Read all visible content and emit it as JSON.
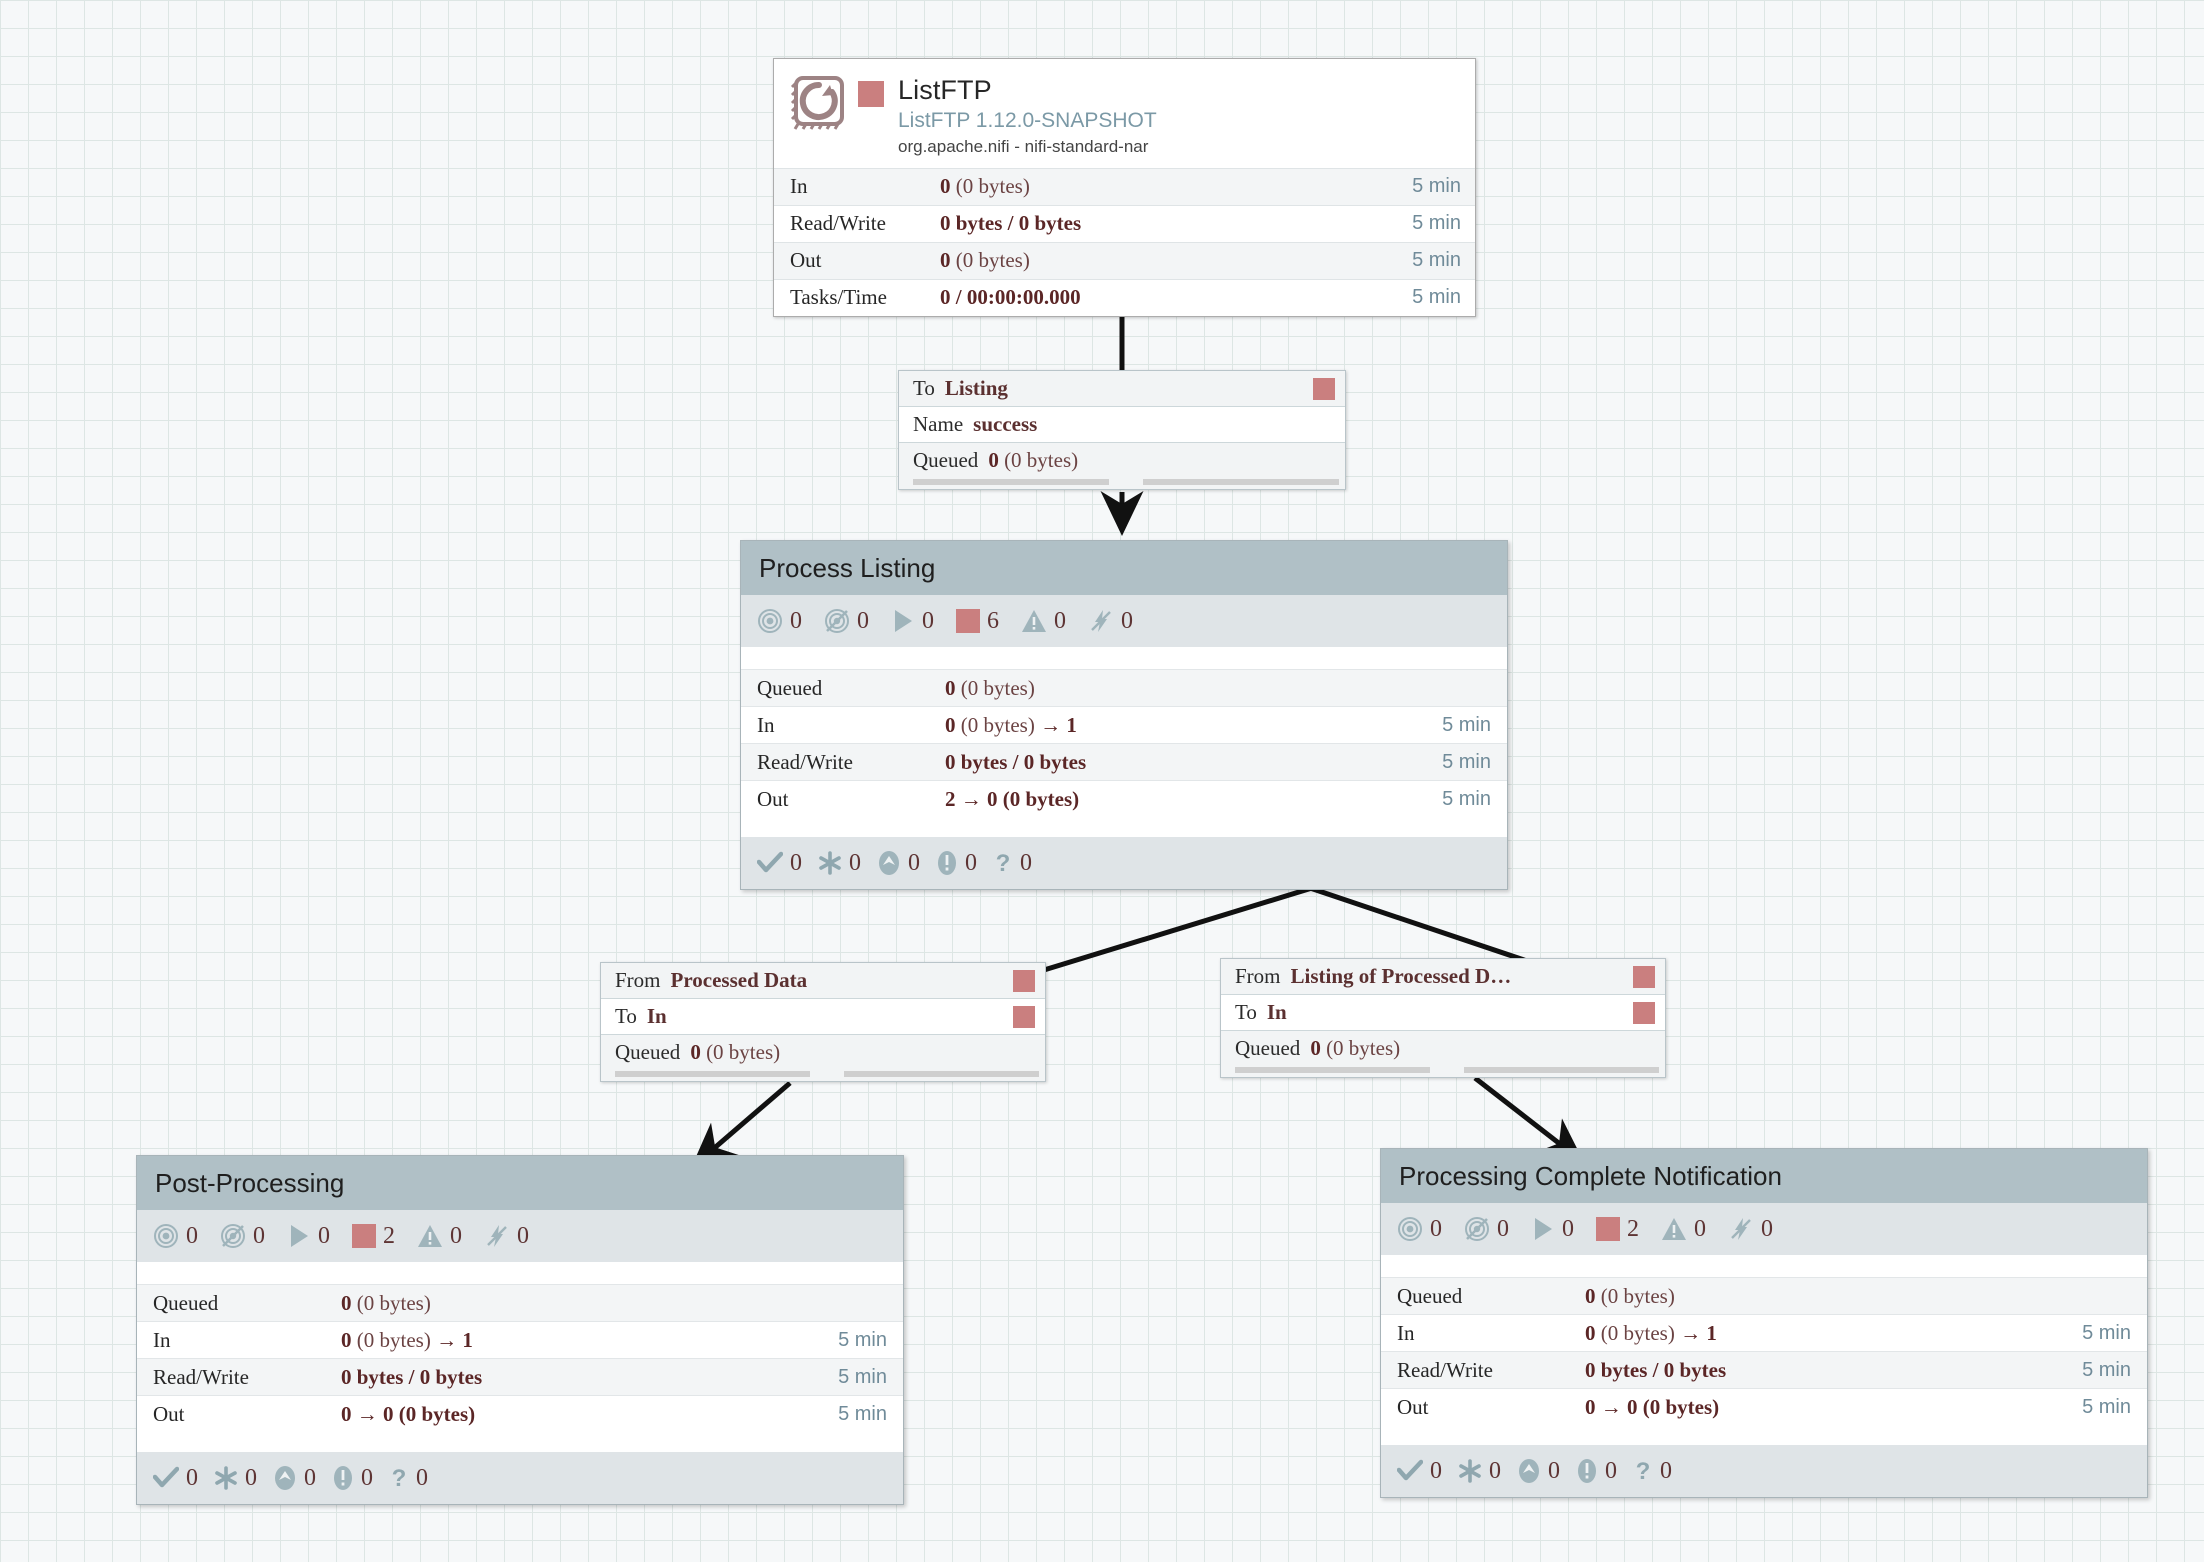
{
  "canvas": {
    "grid_size": 28,
    "background": "#f6f8f9",
    "grid_color": "#dde6e4"
  },
  "colors": {
    "accent_red": "#ca7f7f",
    "group_header": "#b0c0c6",
    "count_bar": "#dfe4e7",
    "value_text": "#5b2626",
    "time_text": "#708b99"
  },
  "processor": {
    "name": "ListFTP",
    "type": "ListFTP 1.12.0-SNAPSHOT",
    "bundle": "org.apache.nifi - nifi-standard-nar",
    "run_status": "stopped",
    "icon": "processor-icon",
    "stats": [
      {
        "label": "In",
        "value": "0 (0 bytes)",
        "bold": "0",
        "rest": " (0 bytes)",
        "time": "5 min"
      },
      {
        "label": "Read/Write",
        "value": "0 bytes / 0 bytes",
        "bold": "0 bytes / 0 bytes",
        "rest": "",
        "time": "5 min"
      },
      {
        "label": "Out",
        "value": "0 (0 bytes)",
        "bold": "0",
        "rest": " (0 bytes)",
        "time": "5 min"
      },
      {
        "label": "Tasks/Time",
        "value": "0 / 00:00:00.000",
        "bold": "0 / 00:00:00.000",
        "rest": "",
        "time": "5 min"
      }
    ]
  },
  "connections": [
    {
      "id": "listftp-to-listing",
      "rows": [
        {
          "key": "To",
          "value": "Listing",
          "square": true
        },
        {
          "key": "Name",
          "value": "success",
          "square": false
        }
      ],
      "queued_label": "Queued",
      "queued_bold": "0",
      "queued_rest": " (0 bytes)"
    },
    {
      "id": "processed-data-to-post-processing",
      "rows": [
        {
          "key": "From",
          "value": "Processed Data",
          "square": true
        },
        {
          "key": "To",
          "value": "In",
          "square": true
        }
      ],
      "queued_label": "Queued",
      "queued_bold": "0",
      "queued_rest": " (0 bytes)"
    },
    {
      "id": "listing-of-processed-to-notification",
      "rows": [
        {
          "key": "From",
          "value": "Listing of Processed D…",
          "square": true
        },
        {
          "key": "To",
          "value": "In",
          "square": true
        }
      ],
      "queued_label": "Queued",
      "queued_bold": "0",
      "queued_rest": " (0 bytes)"
    }
  ],
  "process_groups": [
    {
      "id": "process-listing",
      "title": "Process Listing",
      "counts": [
        {
          "icon": "transmitting-icon",
          "value": "0"
        },
        {
          "icon": "not-transmitting-icon",
          "value": "0"
        },
        {
          "icon": "running-icon",
          "value": "0"
        },
        {
          "icon": "stopped-icon",
          "value": "6"
        },
        {
          "icon": "invalid-icon",
          "value": "0"
        },
        {
          "icon": "disabled-icon",
          "value": "0"
        }
      ],
      "stats": [
        {
          "label": "Queued",
          "bold": "0",
          "rest": " (0 bytes)",
          "arrow": "",
          "after": "",
          "time": ""
        },
        {
          "label": "In",
          "bold": "0",
          "rest": " (0 bytes) ",
          "arrow": "→",
          "after": " 1",
          "time": "5 min"
        },
        {
          "label": "Read/Write",
          "bold": "0 bytes / 0 bytes",
          "rest": "",
          "arrow": "",
          "after": "",
          "time": "5 min"
        },
        {
          "label": "Out",
          "bold": "2",
          "rest": "",
          "arrow": "→",
          "after": " 0 (0 bytes)",
          "time": "5 min"
        }
      ],
      "footer": [
        {
          "icon": "check-icon",
          "value": "0"
        },
        {
          "icon": "asterisk-icon",
          "value": "0"
        },
        {
          "icon": "up-arrow-icon",
          "value": "0"
        },
        {
          "icon": "exclamation-icon",
          "value": "0"
        },
        {
          "icon": "question-icon",
          "value": "0"
        }
      ]
    },
    {
      "id": "post-processing",
      "title": "Post-Processing",
      "counts": [
        {
          "icon": "transmitting-icon",
          "value": "0"
        },
        {
          "icon": "not-transmitting-icon",
          "value": "0"
        },
        {
          "icon": "running-icon",
          "value": "0"
        },
        {
          "icon": "stopped-icon",
          "value": "2"
        },
        {
          "icon": "invalid-icon",
          "value": "0"
        },
        {
          "icon": "disabled-icon",
          "value": "0"
        }
      ],
      "stats": [
        {
          "label": "Queued",
          "bold": "0",
          "rest": " (0 bytes)",
          "arrow": "",
          "after": "",
          "time": ""
        },
        {
          "label": "In",
          "bold": "0",
          "rest": " (0 bytes) ",
          "arrow": "→",
          "after": " 1",
          "time": "5 min"
        },
        {
          "label": "Read/Write",
          "bold": "0 bytes / 0 bytes",
          "rest": "",
          "arrow": "",
          "after": "",
          "time": "5 min"
        },
        {
          "label": "Out",
          "bold": "0",
          "rest": "",
          "arrow": "→",
          "after": " 0 (0 bytes)",
          "time": "5 min"
        }
      ],
      "footer": [
        {
          "icon": "check-icon",
          "value": "0"
        },
        {
          "icon": "asterisk-icon",
          "value": "0"
        },
        {
          "icon": "up-arrow-icon",
          "value": "0"
        },
        {
          "icon": "exclamation-icon",
          "value": "0"
        },
        {
          "icon": "question-icon",
          "value": "0"
        }
      ]
    },
    {
      "id": "processing-complete-notification",
      "title": "Processing Complete Notification",
      "counts": [
        {
          "icon": "transmitting-icon",
          "value": "0"
        },
        {
          "icon": "not-transmitting-icon",
          "value": "0"
        },
        {
          "icon": "running-icon",
          "value": "0"
        },
        {
          "icon": "stopped-icon",
          "value": "2"
        },
        {
          "icon": "invalid-icon",
          "value": "0"
        },
        {
          "icon": "disabled-icon",
          "value": "0"
        }
      ],
      "stats": [
        {
          "label": "Queued",
          "bold": "0",
          "rest": " (0 bytes)",
          "arrow": "",
          "after": "",
          "time": ""
        },
        {
          "label": "In",
          "bold": "0",
          "rest": " (0 bytes) ",
          "arrow": "→",
          "after": " 1",
          "time": "5 min"
        },
        {
          "label": "Read/Write",
          "bold": "0 bytes / 0 bytes",
          "rest": "",
          "arrow": "",
          "after": "",
          "time": "5 min"
        },
        {
          "label": "Out",
          "bold": "0",
          "rest": "",
          "arrow": "→",
          "after": " 0 (0 bytes)",
          "time": "5 min"
        }
      ],
      "footer": [
        {
          "icon": "check-icon",
          "value": "0"
        },
        {
          "icon": "asterisk-icon",
          "value": "0"
        },
        {
          "icon": "up-arrow-icon",
          "value": "0"
        },
        {
          "icon": "exclamation-icon",
          "value": "0"
        },
        {
          "icon": "question-icon",
          "value": "0"
        }
      ]
    }
  ]
}
